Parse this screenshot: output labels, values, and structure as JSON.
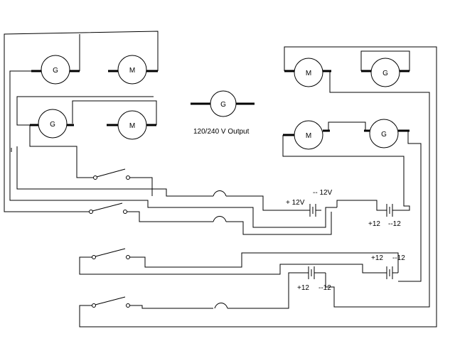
{
  "diagram": {
    "output_label": "120/240 V Output",
    "generator_letter": "G",
    "motor_letter": "M",
    "battery_labels": {
      "battery_1_pos": "+ 12V",
      "battery_1_neg": "-- 12V",
      "battery_2_pos": "+12",
      "battery_2_neg": "--12",
      "battery_3_pos": "+12",
      "battery_3_neg": "--12",
      "battery_4_pos": "+12",
      "battery_4_neg": "--12"
    }
  }
}
